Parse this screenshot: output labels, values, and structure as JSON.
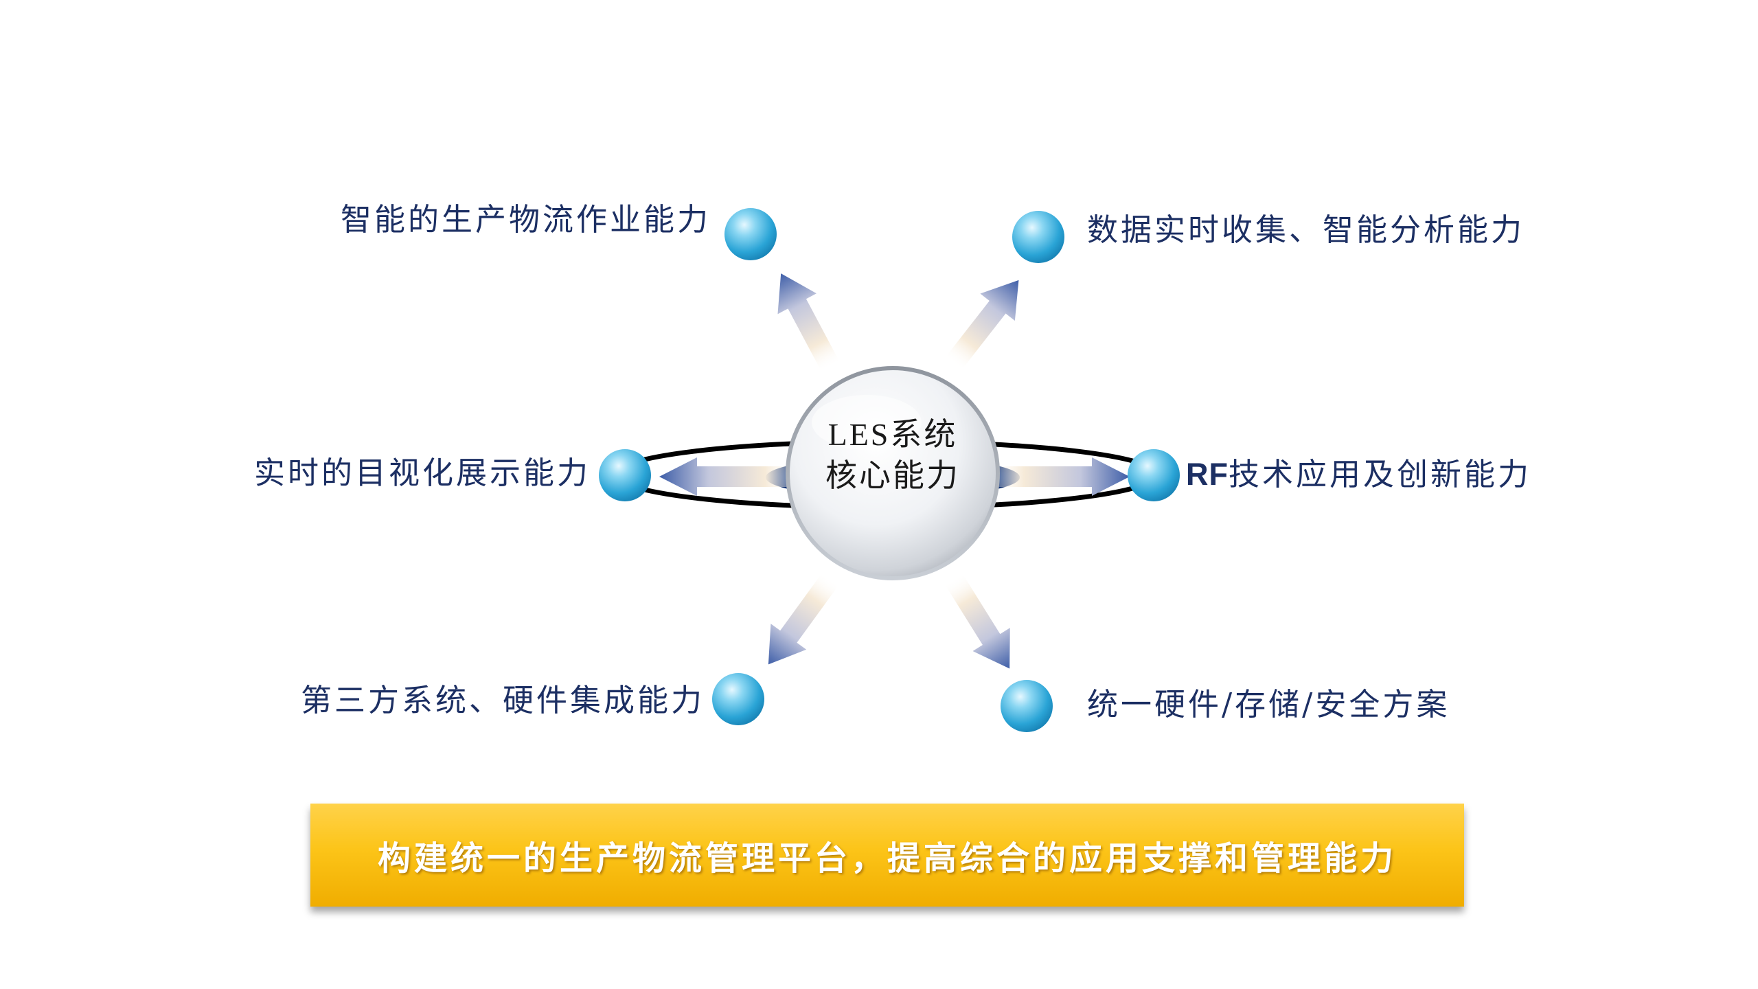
{
  "core": {
    "line1": "LES系统",
    "line2": "核心能力"
  },
  "capabilities": {
    "top_left": "智能的生产物流作业能力",
    "top_right": "数据实时收集、智能分析能力",
    "middle_left": "实时的目视化展示能力",
    "middle_right_prefix": "RF",
    "middle_right": "技术应用及创新能力",
    "bottom_left": "第三方系统、硬件集成能力",
    "bottom_right": "统一硬件/存储/安全方案"
  },
  "banner": {
    "text": "构建统一的生产物流管理平台，提高综合的应用支撑和管理能力"
  },
  "colors": {
    "label_text": "#1c2f63",
    "node_ball": "#3aaad6",
    "arrow_head": "#3e5ea8",
    "arrow_tail": "#f6ead8",
    "banner_top": "#ffd24a",
    "banner_bottom": "#f0ad00",
    "banner_text": "#ffffff"
  }
}
